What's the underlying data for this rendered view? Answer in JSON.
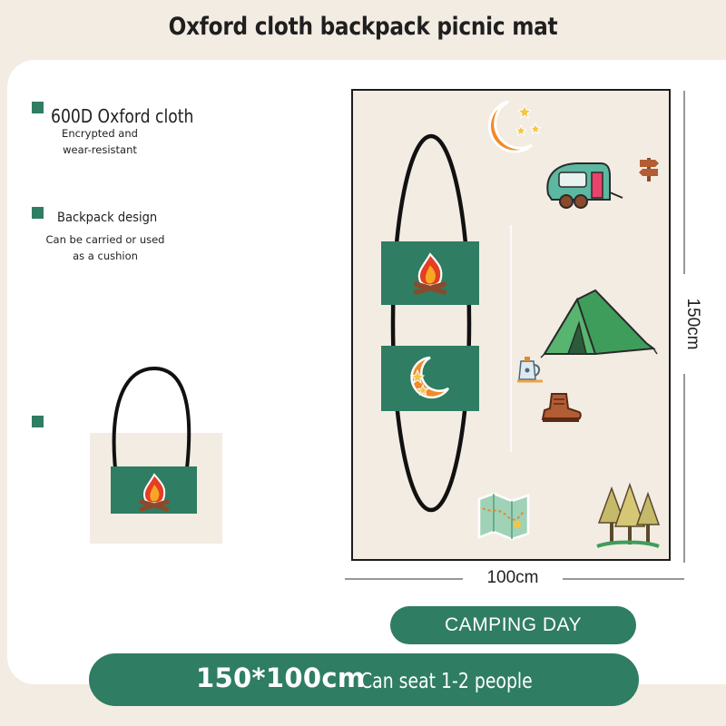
{
  "header": {
    "title": "Oxford cloth backpack picnic mat"
  },
  "features": [
    {
      "title": "600D Oxford cloth",
      "desc_line1": "Encrypted and",
      "desc_line2": "wear-resistant"
    },
    {
      "title": "Backpack design",
      "desc_line1": "Can be carried or used",
      "desc_line2": "as a cushion"
    }
  ],
  "dimensions": {
    "width_label": "100cm",
    "height_label": "150cm"
  },
  "badges": {
    "theme": "CAMPING DAY",
    "size": "150*100cm",
    "capacity": "Can seat 1-2 people"
  },
  "colors": {
    "accent": "#2f7d63",
    "cream": "#f3ece3",
    "text": "#1f1f1f"
  },
  "icons": [
    "campfire-icon",
    "moon-stars-icon",
    "camper-van-icon",
    "signpost-icon",
    "tent-icon",
    "teapot-icon",
    "boot-icon",
    "map-icon",
    "pine-trees-icon"
  ]
}
